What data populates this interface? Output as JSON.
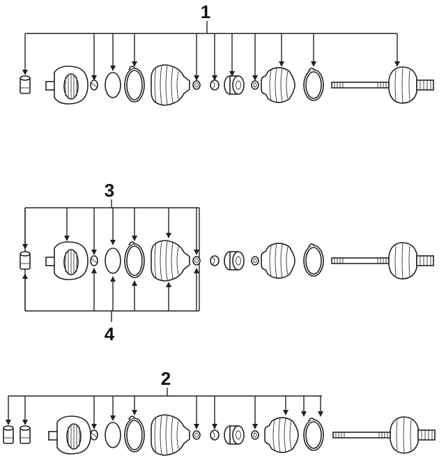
{
  "callouts": {
    "c1": "1",
    "c2": "2",
    "c3": "3",
    "c4": "4"
  },
  "colors": {
    "ink": "#222222",
    "background": "#ffffff"
  },
  "parts_per_row": [
    "stop-ring",
    "outer-cv-joint",
    "circlip",
    "retainer-ring",
    "large-boot-clamp",
    "outer-boot",
    "small-boot-clamp",
    "dust-seal",
    "center-bearing",
    "snap-ring",
    "inner-boot",
    "inner-boot-clamp",
    "axle-shaft-inner-joint"
  ]
}
